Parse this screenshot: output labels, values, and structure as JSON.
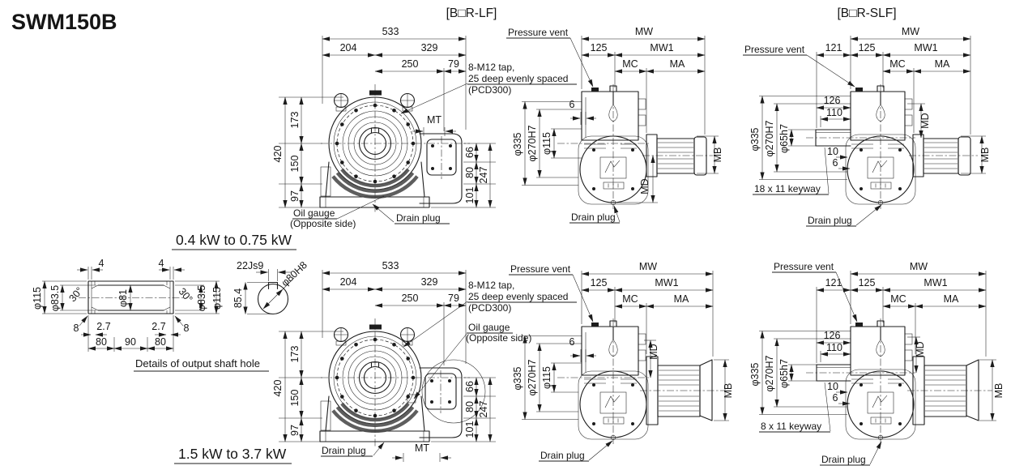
{
  "title": "SWM150B",
  "headers": {
    "lf": "[B□R-LF]",
    "slf": "[B□R-SLF]"
  },
  "captions": {
    "small_power": "0.4 kW to 0.75 kW",
    "large_power": "1.5 kW to 3.7 kW",
    "shaft_detail": "Details of output shaft hole"
  },
  "front": {
    "d533": "533",
    "d204": "204",
    "d329": "329",
    "d250": "250",
    "d79": "79",
    "d420": "420",
    "d173": "173",
    "d150": "150",
    "d97": "97",
    "d66": "66",
    "d80": "80",
    "d101": "101",
    "d247": "247",
    "mt": "MT",
    "tap1": "8-M12 tap,",
    "tap2": "25 deep evenly spaced",
    "tap3": "(PCD300)",
    "oil1": "Oil gauge",
    "oil2": "(Opposite side)",
    "drain": "Drain plug"
  },
  "side": {
    "pressure_vent": "Pressure vent",
    "drain": "Drain plug",
    "mw": "MW",
    "mw1": "MW1",
    "mc": "MC",
    "ma": "MA",
    "mb": "MB",
    "md": "MD",
    "d121": "121",
    "d125": "125",
    "d126": "126",
    "d110": "110",
    "d6": "6",
    "d10": "10",
    "phi335": "φ335",
    "phi270": "φ270H7",
    "phi115": "φ115",
    "phi65": "φ65h7",
    "keyway18": "18 x 11 keyway",
    "keyway8": "8 x 11 keyway"
  },
  "shaft": {
    "d4": "4",
    "phi115": "φ115",
    "phi835": "φ83.5",
    "phi81": "φ81",
    "a30": "30°",
    "d8": "8",
    "d27": "2.7",
    "d80": "80",
    "d90": "90",
    "k22": "22Js9",
    "phi80h8": "φ80H8",
    "d854": "85.4"
  }
}
